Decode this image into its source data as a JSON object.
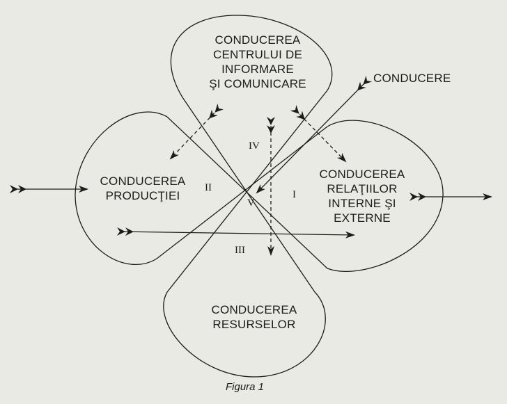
{
  "diagram": {
    "nodes": {
      "top": [
        "CONDUCEREA",
        "CENTRULUI DE",
        "INFORMARE",
        "ŞI COMUNICARE"
      ],
      "left": [
        "CONDUCEREA",
        "PRODUCŢIEI"
      ],
      "right": [
        "CONDUCEREA",
        "RELAŢIILOR",
        "INTERNE ŞI",
        "EXTERNE"
      ],
      "bottom": [
        "CONDUCEREA",
        "RESURSELOR"
      ]
    },
    "external_label": "CONDUCERE",
    "zones": {
      "I": "I",
      "II": "II",
      "III": "III",
      "IV": "IV",
      "V": "V"
    },
    "caption": "Figura 1",
    "ink_color": "#1c1c1c"
  }
}
